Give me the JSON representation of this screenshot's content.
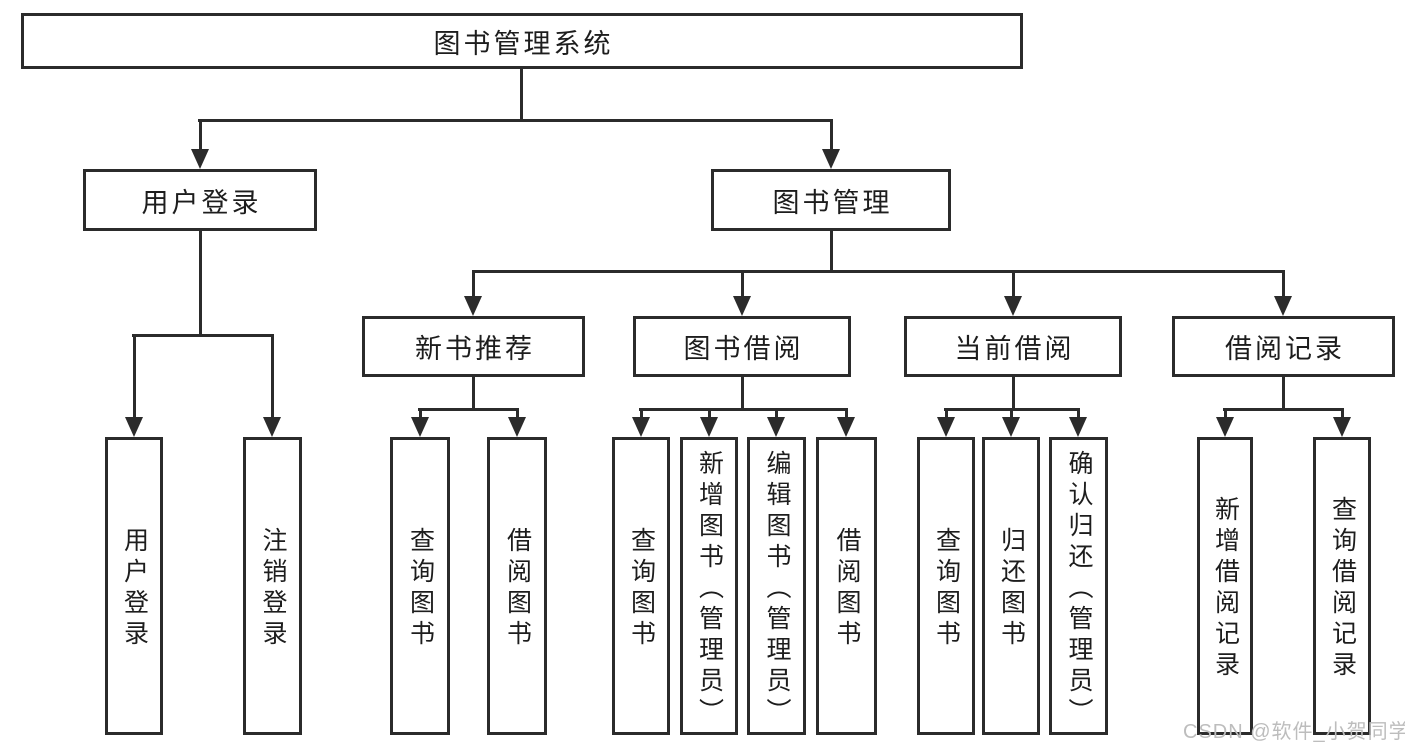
{
  "diagram_title": "图书管理系统",
  "tree": {
    "root": {
      "label": "图书管理系统",
      "children": [
        {
          "label": "用户登录",
          "children": [
            {
              "label": "用户登录"
            },
            {
              "label": "注销登录"
            }
          ]
        },
        {
          "label": "图书管理",
          "children": [
            {
              "label": "新书推荐",
              "children": [
                {
                  "label": "查询图书"
                },
                {
                  "label": "借阅图书"
                }
              ]
            },
            {
              "label": "图书借阅",
              "children": [
                {
                  "label": "查询图书"
                },
                {
                  "label": "新增图书（管理员）"
                },
                {
                  "label": "编辑图书（管理员）"
                },
                {
                  "label": "借阅图书"
                }
              ]
            },
            {
              "label": "当前借阅",
              "children": [
                {
                  "label": "查询图书"
                },
                {
                  "label": "归还图书"
                },
                {
                  "label": "确认归还（管理员）"
                }
              ]
            },
            {
              "label": "借阅记录",
              "children": [
                {
                  "label": "新增借阅记录"
                },
                {
                  "label": "查询借阅记录"
                }
              ]
            }
          ]
        }
      ]
    }
  },
  "watermark": "CSDN @软件_小贺同学",
  "colors": {
    "line": "#2b2b2b",
    "text": "#1d1d1d",
    "watermark": "#bdbdbd",
    "background": "#ffffff"
  }
}
